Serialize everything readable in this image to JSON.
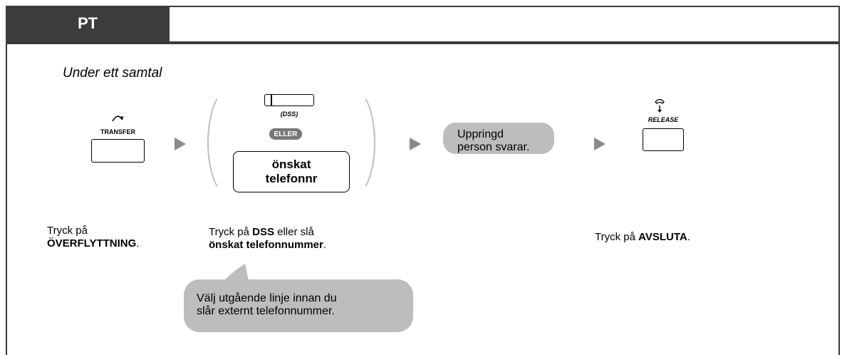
{
  "header": {
    "title": "PT"
  },
  "subtitle": "Under ett samtal",
  "steps": {
    "transfer": {
      "key_label": "TRANSFER",
      "caption_line1": "Tryck på",
      "caption_line2_bold": "ÖVERFLYTTNING",
      "caption_line2_after": "."
    },
    "dss": {
      "key_sub_label": "(DSS)",
      "or_badge": "ELLER",
      "number_key_line1": "önskat",
      "number_key_line2": "telefonnr",
      "caption_before": "Tryck på ",
      "caption_bold1": "DSS",
      "caption_mid": " eller slå",
      "caption_bold2": "önskat telefonnummer",
      "caption_after": "."
    },
    "answer": {
      "bubble_line1": "Uppringd",
      "bubble_line2": "person svarar."
    },
    "release": {
      "key_label": "RELEASE",
      "caption_before": "Tryck på ",
      "caption_bold": "AVSLUTA",
      "caption_after": "."
    }
  },
  "note": {
    "line1": "Välj utgående linje innan du",
    "line2": "slår externt telefonnummer."
  },
  "colors": {
    "header_bg": "#3c3c3c",
    "bubble": "#bdbdbd",
    "arrow": "#8a8a8a",
    "badge": "#777777"
  }
}
